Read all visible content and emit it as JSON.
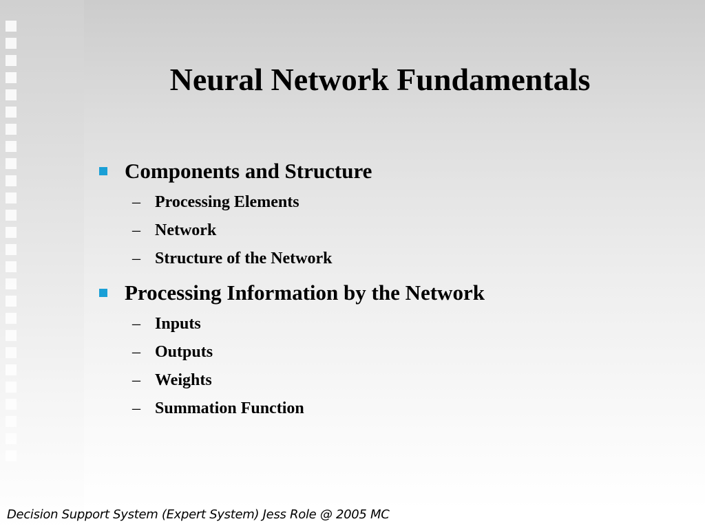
{
  "slide": {
    "title": "Neural Network Fundamentals",
    "bullets": [
      {
        "text": "Components and Structure",
        "sub": [
          "Processing Elements",
          "Network",
          "Structure of the Network"
        ]
      },
      {
        "text": "Processing Information by the Network",
        "sub": [
          "Inputs",
          "Outputs",
          "Weights",
          "Summation Function"
        ]
      }
    ],
    "dash_glyph": "–",
    "footer": "Decision Support System (Expert System) Jess Role @ 2005 MC"
  },
  "colors": {
    "bullet_marker": "#1a9fd6",
    "text": "#000000"
  }
}
